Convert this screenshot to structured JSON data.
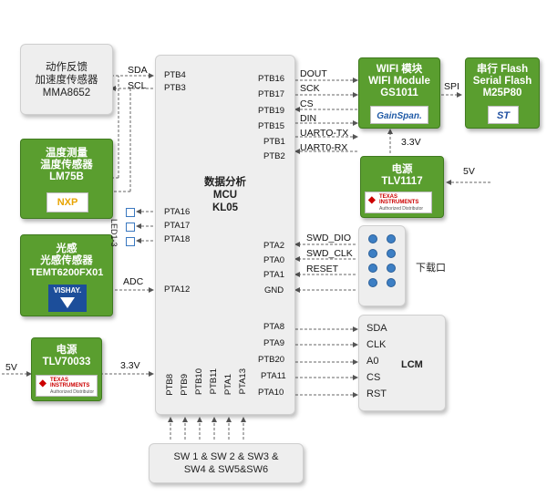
{
  "mcu": {
    "line1": "数据分析",
    "line2": "MCU",
    "line3": "KL05"
  },
  "mcu_pins_left": {
    "ptb4": "PTB4",
    "ptb3": "PTB3",
    "pta16": "PTA16",
    "pta17": "PTA17",
    "pta18": "PTA18",
    "pta12": "PTA12"
  },
  "mcu_pins_right": {
    "ptb16": "PTB16",
    "ptb17": "PTB17",
    "ptb19": "PTB19",
    "ptb15": "PTB15",
    "ptb1": "PTB1",
    "ptb2": "PTB2",
    "pta2": "PTA2",
    "pta0": "PTA0",
    "pta1": "PTA1",
    "gnd": "GND",
    "pta8": "PTA8",
    "pta9": "PTA9",
    "ptb20": "PTB20",
    "pta11": "PTA11",
    "pta10": "PTA10"
  },
  "mcu_pins_bottom": {
    "ptb8": "PTB8",
    "ptb9": "PTB9",
    "ptb10": "PTB10",
    "ptb11": "PTB11",
    "pta1": "PTA1",
    "pta13": "PTA13"
  },
  "accel": {
    "line1": "动作反馈",
    "line2": "加速度传感器",
    "line3": "MMA8652"
  },
  "temp": {
    "line1": "温度测量",
    "line2": "温度传感器",
    "line3": "LM75B",
    "logo": "NXP"
  },
  "light": {
    "line1": "光感",
    "line2": "光感传感器",
    "line3": "TEMT6200FX01",
    "logo": "VISHAY."
  },
  "power_left": {
    "line1": "电源",
    "line2": "TLV70033",
    "logo1": "TEXAS",
    "logo2": "INSTRUMENTS",
    "logo3": "Authorized Distributor"
  },
  "power_right": {
    "line1": "电源",
    "line2": "TLV1117",
    "logo1": "TEXAS",
    "logo2": "INSTRUMENTS",
    "logo3": "Authorized Distributor"
  },
  "wifi": {
    "line1": "WIFI 模块",
    "line2": "WIFI Module",
    "line3": "GS1011",
    "logo": "GainSpan."
  },
  "flash": {
    "line1": "串行 Flash",
    "line2": "Serial Flash",
    "line3": "M25P80",
    "logo": "ST"
  },
  "signals": {
    "sda": "SDA",
    "scl": "SCL",
    "adc": "ADC",
    "v33_left": "3.3V",
    "v5_left": "5V",
    "dout": "DOUT",
    "sck": "SCK",
    "cs": "CS",
    "din": "DIN",
    "uarto_tx": "UARTO-TX",
    "uart0_rx": "UART0-RX",
    "spi": "SPI",
    "v33_right": "3.3V",
    "v5_right": "5V",
    "swd_dio": "SWD_DIO",
    "swd_clk": "SWD_CLK",
    "reset": "RESET",
    "led": "LED1-3"
  },
  "download": {
    "label": "下载口"
  },
  "lcm": {
    "title": "LCM",
    "pins": [
      "SDA",
      "CLK",
      "A0",
      "CS",
      "RST"
    ]
  },
  "switches": {
    "line1": "SW 1 & SW 2 & SW3 &",
    "line2": "SW4 & SW5&SW6"
  }
}
